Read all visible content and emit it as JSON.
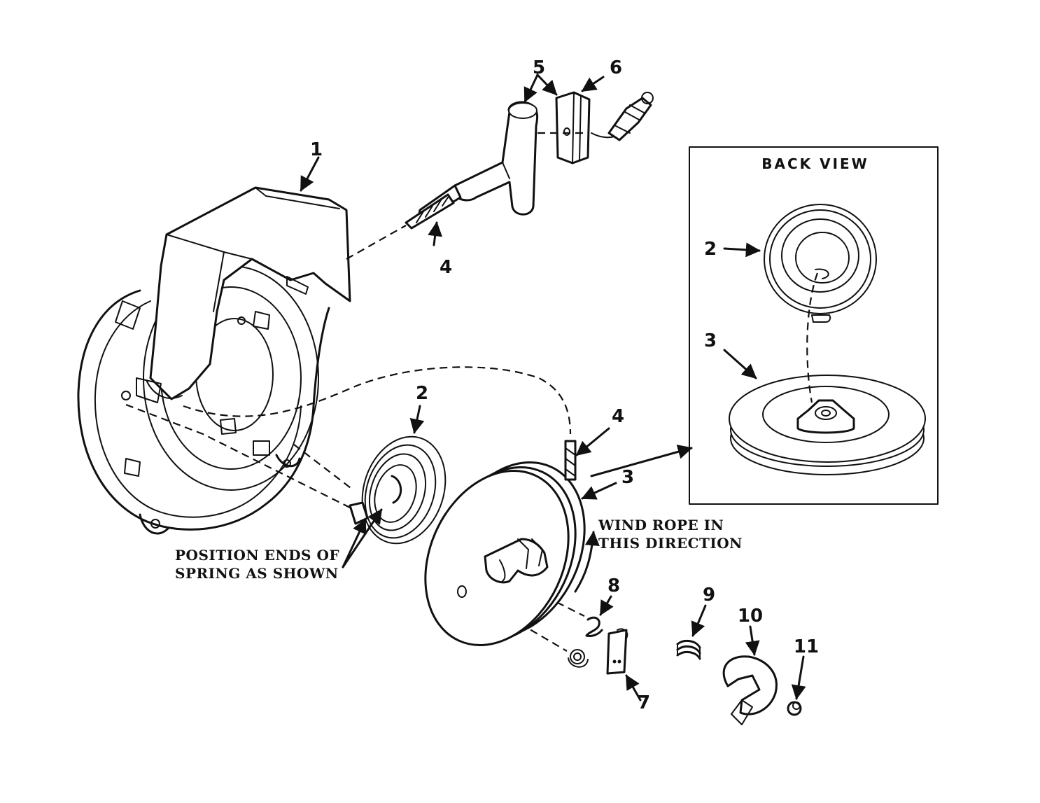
{
  "back_view_title": "BACK VIEW",
  "notes": {
    "position_line1": "POSITION ENDS OF",
    "position_line2": "SPRING AS SHOWN",
    "wind_line1": "WIND ROPE IN",
    "wind_line2": "THIS DIRECTION"
  },
  "callouts": {
    "c1": "1",
    "c2_main": "2",
    "c2_back": "2",
    "c3_main": "3",
    "c3_back": "3",
    "c4_top": "4",
    "c4_pulley": "4",
    "c5": "5",
    "c6": "6",
    "c7": "7",
    "c8": "8",
    "c9": "9",
    "c10": "10",
    "c11": "11"
  }
}
